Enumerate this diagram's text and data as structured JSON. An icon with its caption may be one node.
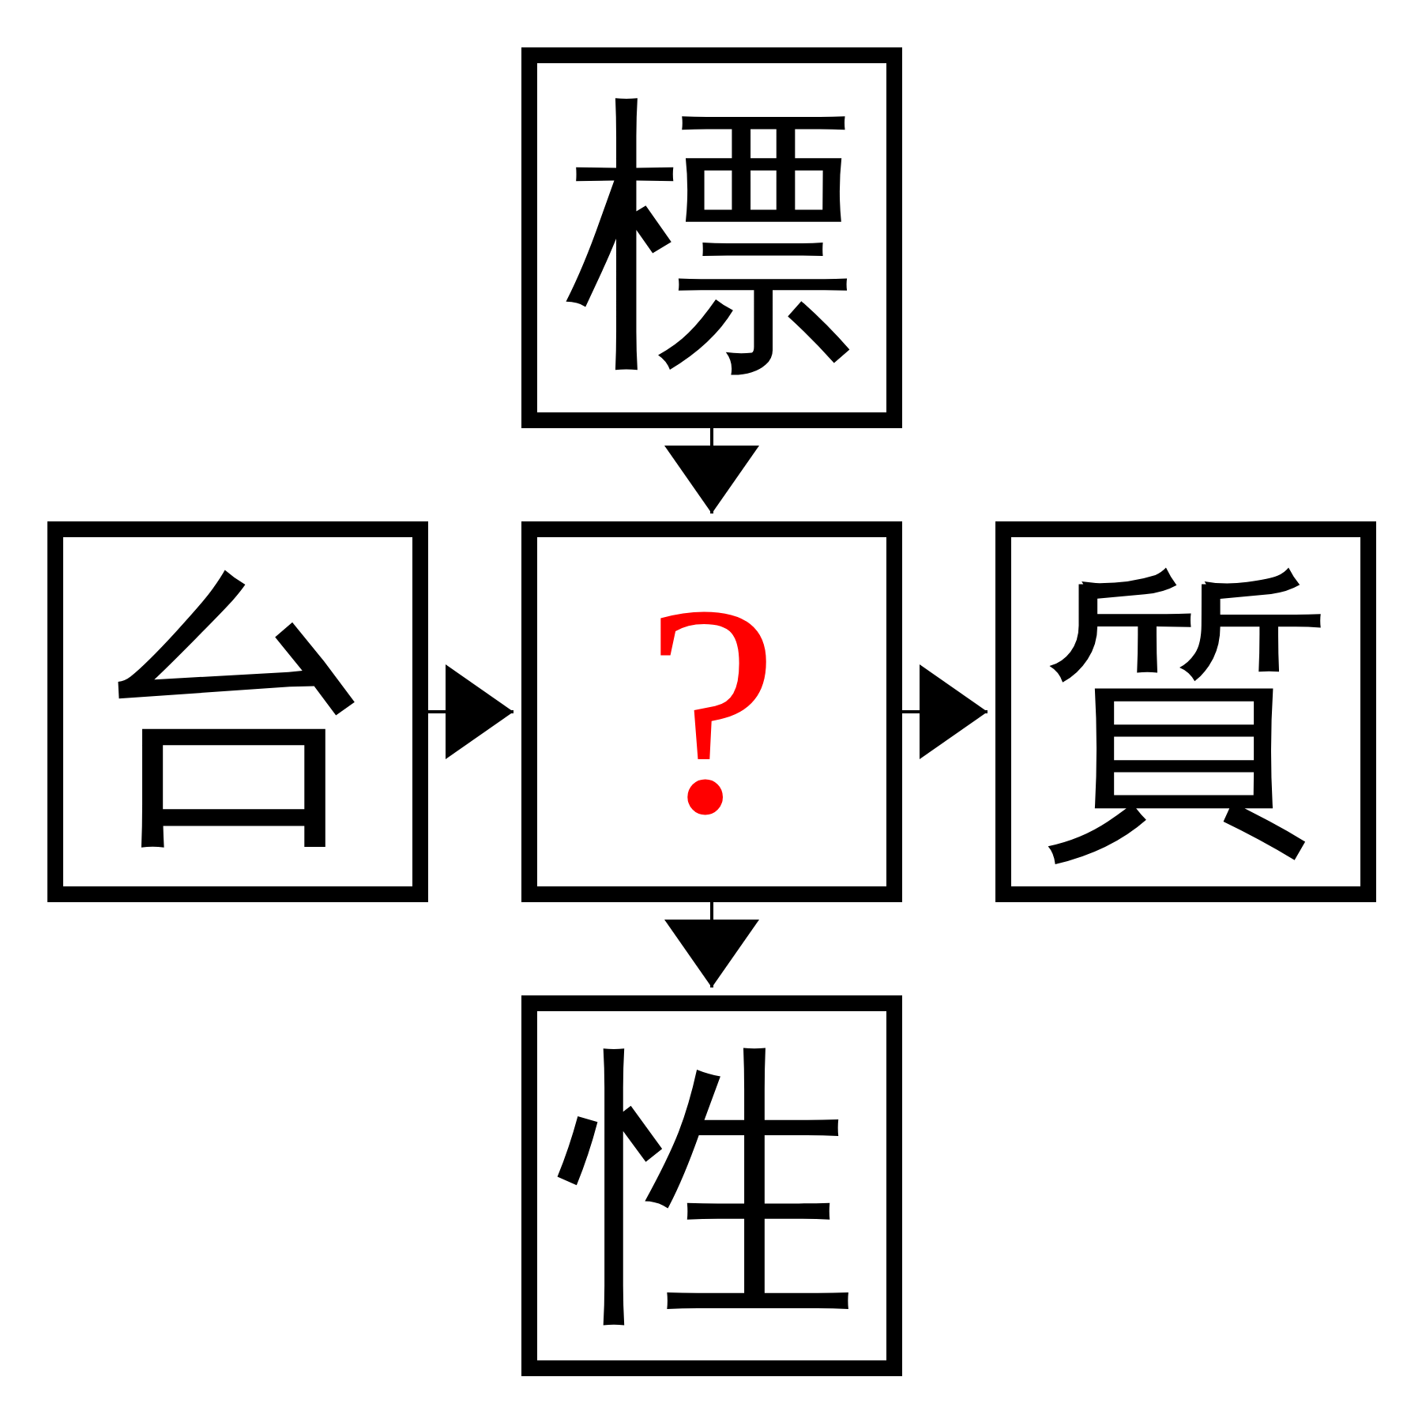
{
  "diagram": {
    "nodes": [
      {
        "text": [
          "標"
        ]
      },
      {
        "text": [
          "台"
        ]
      },
      {
        "text": [
          "?"
        ]
      },
      {
        "text": [
          "質"
        ]
      },
      {
        "text": [
          "性"
        ]
      }
    ],
    "edges": [
      {
        "from": 0,
        "to": 2,
        "arrow": "to"
      },
      {
        "from": 1,
        "to": 2,
        "arrow": "to"
      },
      {
        "from": 2,
        "to": 3,
        "arrow": "to"
      },
      {
        "from": 2,
        "to": 4,
        "arrow": "to"
      }
    ]
  }
}
